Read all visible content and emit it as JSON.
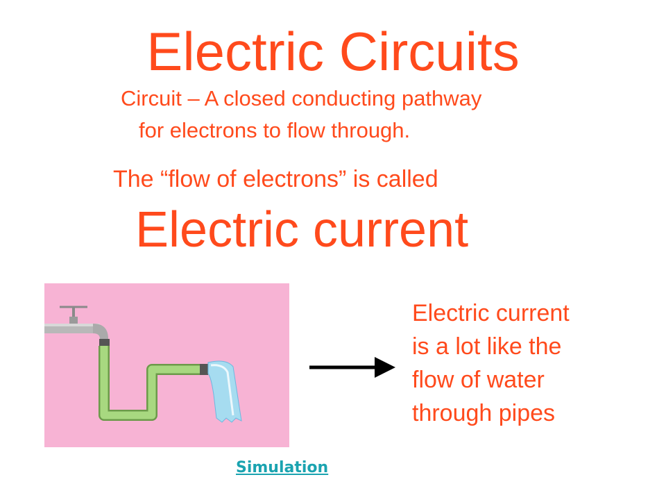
{
  "slide": {
    "title": "Electric Circuits",
    "definition": {
      "line1": "Circuit – A closed conducting pathway",
      "line2": "for electrons to flow through."
    },
    "flow_intro": "The “flow of electrons” is called",
    "current_heading": "Electric current",
    "analogy_lines": [
      "Electric current",
      "is a lot like the",
      "flow of water",
      "through pipes"
    ],
    "simulation_link": "Simulation"
  },
  "colors": {
    "text": "#ff4a1c",
    "illustration_background": "#f7b3d4",
    "pipe": "#a8d880",
    "water": "#a6dcf0",
    "link": "#1aa3b0"
  },
  "icons": {
    "illustration": "water-pipe-icon",
    "arrow": "right-arrow-icon"
  }
}
